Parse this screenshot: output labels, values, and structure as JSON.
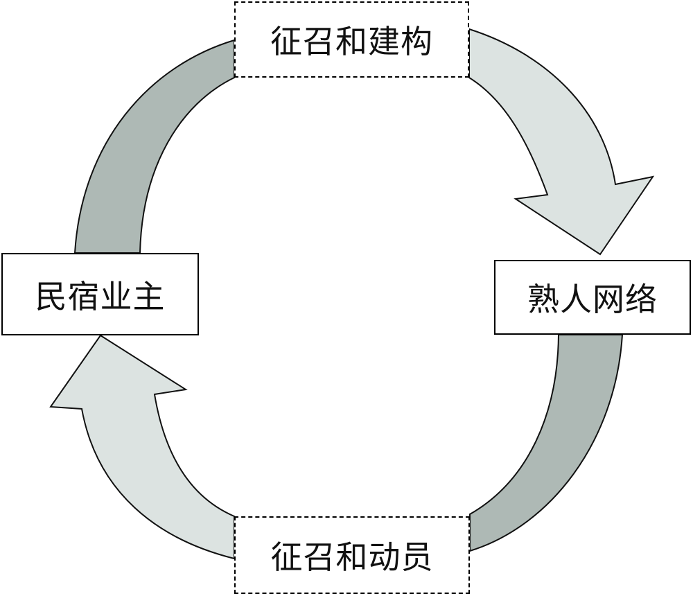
{
  "diagram": {
    "nodes": {
      "top": "征召和建构",
      "right": "熟人网络",
      "bottom": "征召和动员",
      "left": "民宿业主"
    },
    "colors": {
      "dark_arrow_fill": "#AEB9B5",
      "light_arrow_fill": "#DCE3E1",
      "stroke": "#111111"
    },
    "arrows": [
      {
        "from": "民宿业主",
        "to": "征召和建构",
        "shade": "dark"
      },
      {
        "from": "征召和建构",
        "to": "熟人网络",
        "shade": "light"
      },
      {
        "from": "熟人网络",
        "to": "征召和动员",
        "shade": "dark"
      },
      {
        "from": "征召和动员",
        "to": "民宿业主",
        "shade": "light"
      }
    ]
  }
}
